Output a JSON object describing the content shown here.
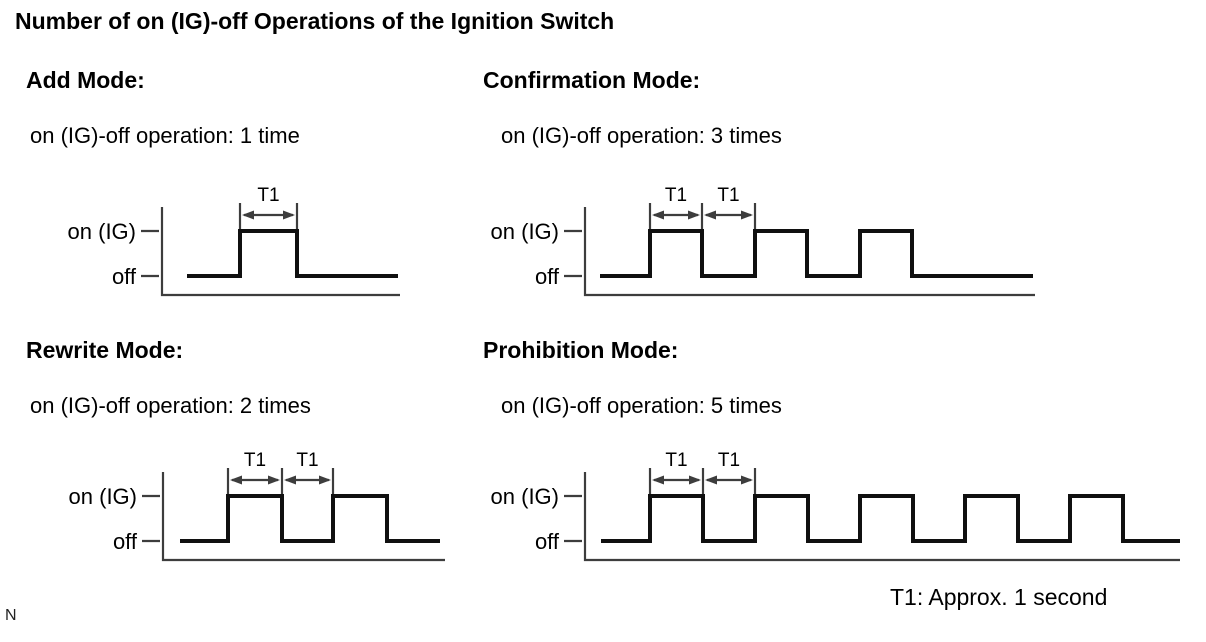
{
  "title": "Number of on (IG)-off Operations of the Ignition Switch",
  "footnote": "T1: Approx. 1 second",
  "page_marker": "N",
  "colors": {
    "background": "#ffffff",
    "text": "#000000",
    "waveform": "#101010",
    "axis_lines": "#3d3d3d"
  },
  "modes": [
    {
      "name": "Add Mode:",
      "operation": "on (IG)-off operation: 1 time",
      "on_label": "on (IG)",
      "off_label": "off",
      "t1_label": "T1",
      "pulses": 1,
      "t1_spans": 1
    },
    {
      "name": "Confirmation Mode:",
      "operation": "on (IG)-off operation: 3 times",
      "on_label": "on (IG)",
      "off_label": "off",
      "t1_label": "T1",
      "pulses": 3,
      "t1_spans": 2
    },
    {
      "name": "Rewrite Mode:",
      "operation": "on (IG)-off operation: 2 times",
      "on_label": "on (IG)",
      "off_label": "off",
      "t1_label": "T1",
      "pulses": 2,
      "t1_spans": 2
    },
    {
      "name": "Prohibition Mode:",
      "operation": "on (IG)-off operation: 5 times",
      "on_label": "on (IG)",
      "off_label": "off",
      "t1_label": "T1",
      "pulses": 5,
      "t1_spans": 2
    }
  ],
  "chart_data": {
    "type": "line",
    "subtype": "digital-timing-square-wave",
    "title": "Number of on (IG)-off Operations of the Ignition Switch",
    "y_levels": [
      "off",
      "on (IG)"
    ],
    "interval_label": "T1",
    "interval_value": "Approx. 1 second",
    "grid": false,
    "series": [
      {
        "name": "Add Mode",
        "on_off_operations": 1,
        "t1_intervals_marked": 1
      },
      {
        "name": "Confirmation Mode",
        "on_off_operations": 3,
        "t1_intervals_marked": 2
      },
      {
        "name": "Rewrite Mode",
        "on_off_operations": 2,
        "t1_intervals_marked": 2
      },
      {
        "name": "Prohibition Mode",
        "on_off_operations": 5,
        "t1_intervals_marked": 2
      }
    ]
  }
}
